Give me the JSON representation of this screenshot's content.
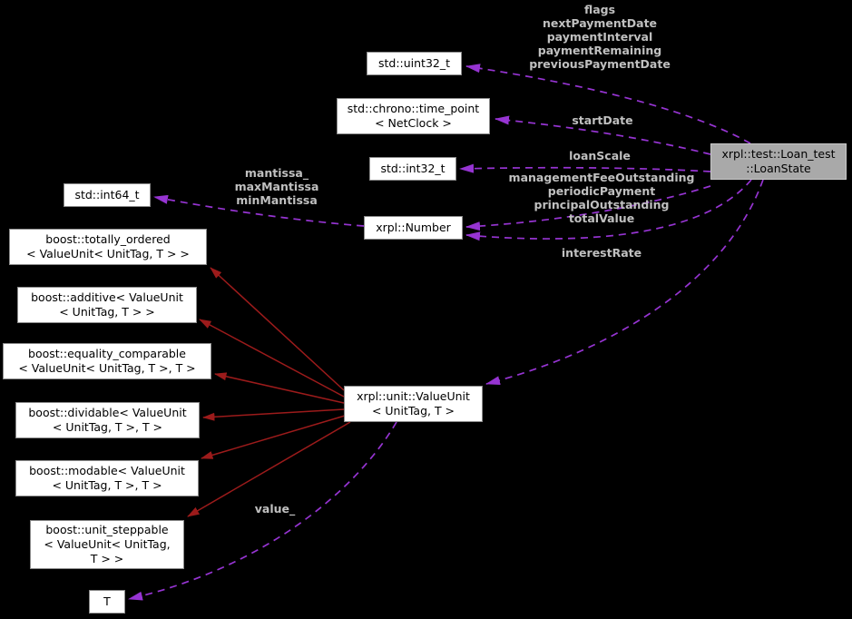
{
  "diagram": {
    "kind": "collaboration-graph"
  },
  "colors": {
    "background": "#000000",
    "node_fill": "#ffffff",
    "node_border": "#8c8c8c",
    "node_text": "#000000",
    "highlight_fill": "#a9a9a9",
    "highlight_border": "#c9c9c9",
    "edge_label": "#c0c0c0",
    "usage_edge": "#9634d2",
    "inherit_edge": "#9c1b1b"
  },
  "nodes": {
    "uint32": {
      "label": "std::uint32_t"
    },
    "timepoint": {
      "label": "std::chrono::time_point\n< NetClock >"
    },
    "int32": {
      "label": "std::int32_t"
    },
    "number": {
      "label": "xrpl::Number"
    },
    "int64": {
      "label": "std::int64_t"
    },
    "loanstate": {
      "label": "xrpl::test::Loan_test\n::LoanState"
    },
    "totally_ordered": {
      "label": "boost::totally_ordered\n< ValueUnit< UnitTag, T > >"
    },
    "additive": {
      "label": "boost::additive< ValueUnit\n< UnitTag, T > >"
    },
    "equality_comparable": {
      "label": "boost::equality_comparable\n< ValueUnit< UnitTag, T >, T >"
    },
    "dividable": {
      "label": "boost::dividable< ValueUnit\n< UnitTag, T >, T >"
    },
    "modable": {
      "label": "boost::modable< ValueUnit\n< UnitTag, T >, T >"
    },
    "unit_steppable": {
      "label": "boost::unit_steppable\n< ValueUnit< UnitTag,\nT > >"
    },
    "t": {
      "label": "T"
    },
    "valueunit": {
      "label": "xrpl::unit::ValueUnit\n< UnitTag, T >"
    }
  },
  "edge_labels": {
    "flags_group": {
      "text": "flags\nnextPaymentDate\npaymentInterval\npaymentRemaining\npreviousPaymentDate"
    },
    "start_date": {
      "text": "startDate"
    },
    "loan_scale": {
      "text": "loanScale"
    },
    "management_group": {
      "text": "managementFeeOutstanding\nperiodicPayment\nprincipalOutstanding\ntotalValue"
    },
    "interest_rate": {
      "text": "interestRate"
    },
    "mantissa_group": {
      "text": "mantissa_\nmaxMantissa\nminMantissa"
    },
    "value": {
      "text": "value_"
    }
  }
}
